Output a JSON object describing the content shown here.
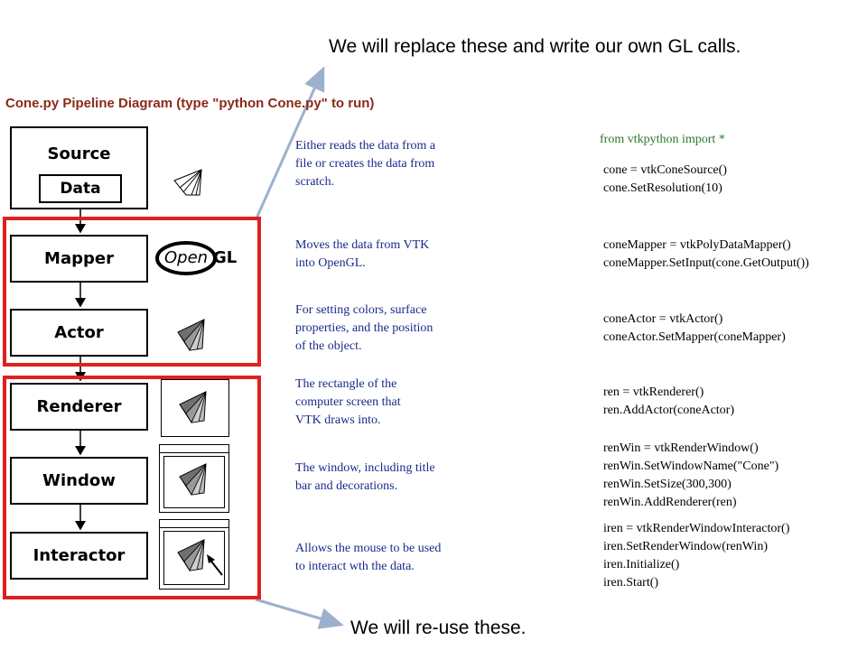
{
  "notes": {
    "top": "We will replace these and write our own GL calls.",
    "bottom": "We will re-use these."
  },
  "diagram": {
    "title": "Cone.py Pipeline Diagram (type \"python Cone.py\" to run)",
    "stages": {
      "source": "Source",
      "data": "Data",
      "mapper": "Mapper",
      "actor": "Actor",
      "renderer": "Renderer",
      "window": "Window",
      "interactor": "Interactor"
    },
    "opengl_logo": {
      "open": "Open",
      "gl": "GL"
    }
  },
  "descriptions": {
    "source": [
      "Either reads the data from a",
      "file or creates the data from",
      "scratch."
    ],
    "mapper": [
      "Moves the data from VTK",
      "into OpenGL."
    ],
    "actor": [
      "For setting colors, surface",
      "properties, and the position",
      "of the object."
    ],
    "renderer": [
      "The rectangle of the",
      "computer screen that",
      "VTK draws into."
    ],
    "window": [
      "The window, including title",
      "bar and decorations."
    ],
    "interactor": [
      "Allows the mouse to be used",
      "to interact wth the data."
    ]
  },
  "code": {
    "import": "from vtkpython import *",
    "source": [
      "cone = vtkConeSource()",
      "cone.SetResolution(10)"
    ],
    "mapper": [
      "coneMapper = vtkPolyDataMapper()",
      "coneMapper.SetInput(cone.GetOutput())"
    ],
    "actor": [
      "coneActor = vtkActor()",
      "coneActor.SetMapper(coneMapper)"
    ],
    "renderer": [
      "ren = vtkRenderer()",
      "ren.AddActor(coneActor)"
    ],
    "window": [
      "renWin = vtkRenderWindow()",
      "renWin.SetWindowName(\"Cone\")",
      "renWin.SetSize(300,300)",
      "renWin.AddRenderer(ren)"
    ],
    "interactor": [
      "iren = vtkRenderWindowInteractor()",
      "iren.SetRenderWindow(renWin)",
      "iren.Initialize()",
      "iren.Start()"
    ]
  },
  "colors": {
    "highlight": "#e02020",
    "arrow": "#9bb1cc",
    "title": "#8b2a18",
    "description": "#1a2a8a",
    "import": "#2a7a2a"
  }
}
